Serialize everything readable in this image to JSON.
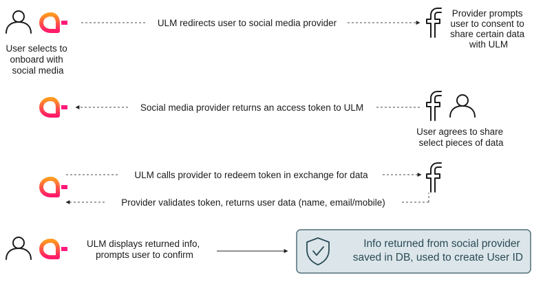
{
  "row1": {
    "user_label": [
      "User selects to",
      "onboard with",
      "social media"
    ],
    "arrow_label": "ULM redirects user to social media provider",
    "provider_label": [
      "Provider prompts",
      "user to consent to",
      "share certain data",
      "with ULM"
    ]
  },
  "row2": {
    "arrow_label": "Social media provider returns an access token to ULM",
    "user_label": [
      "User agrees to share",
      "select pieces of data"
    ]
  },
  "row3": {
    "arrow_top_label": "ULM calls provider to redeem token in exchange for data",
    "arrow_bottom_label": "Provider validates token, returns user data (name, email/mobile)"
  },
  "row4": {
    "confirm_label": [
      "ULM displays returned info,",
      "prompts user to confirm"
    ],
    "result_box": [
      "Info returned from social provider",
      "saved in DB, used to create User ID"
    ]
  },
  "icons": {
    "user": "user-icon",
    "ulm_logo": "ulm-logo-icon",
    "provider": "facebook-icon",
    "shield": "shield-check-icon"
  },
  "colors": {
    "logo_gradient_start": "#ff9a1f",
    "logo_gradient_end": "#ff1a6a",
    "logo_accent": "#ff1a7a",
    "result_box_fill": "#dce6ea",
    "result_box_stroke": "#4f6f78",
    "result_text": "#2a4a55"
  }
}
